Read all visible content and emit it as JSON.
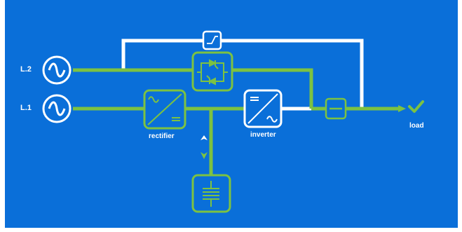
{
  "sources": {
    "l2_label": "L.2",
    "l1_label": "L.1"
  },
  "blocks": {
    "rectifier_label": "rectifier",
    "inverter_label": "inverter",
    "load_label": "load"
  },
  "colors": {
    "background": "#0a6fd9",
    "active_path": "#7cc242",
    "inactive_path": "#ffffff"
  },
  "icons": [
    "sine-wave-icon",
    "static-switch-icon",
    "thyristor-bypass-icon",
    "ac-dc-icon",
    "dc-ac-icon",
    "breaker-icon",
    "battery-icon",
    "charge-arrow-up-icon",
    "discharge-arrow-down-icon",
    "checkmark-icon"
  ]
}
